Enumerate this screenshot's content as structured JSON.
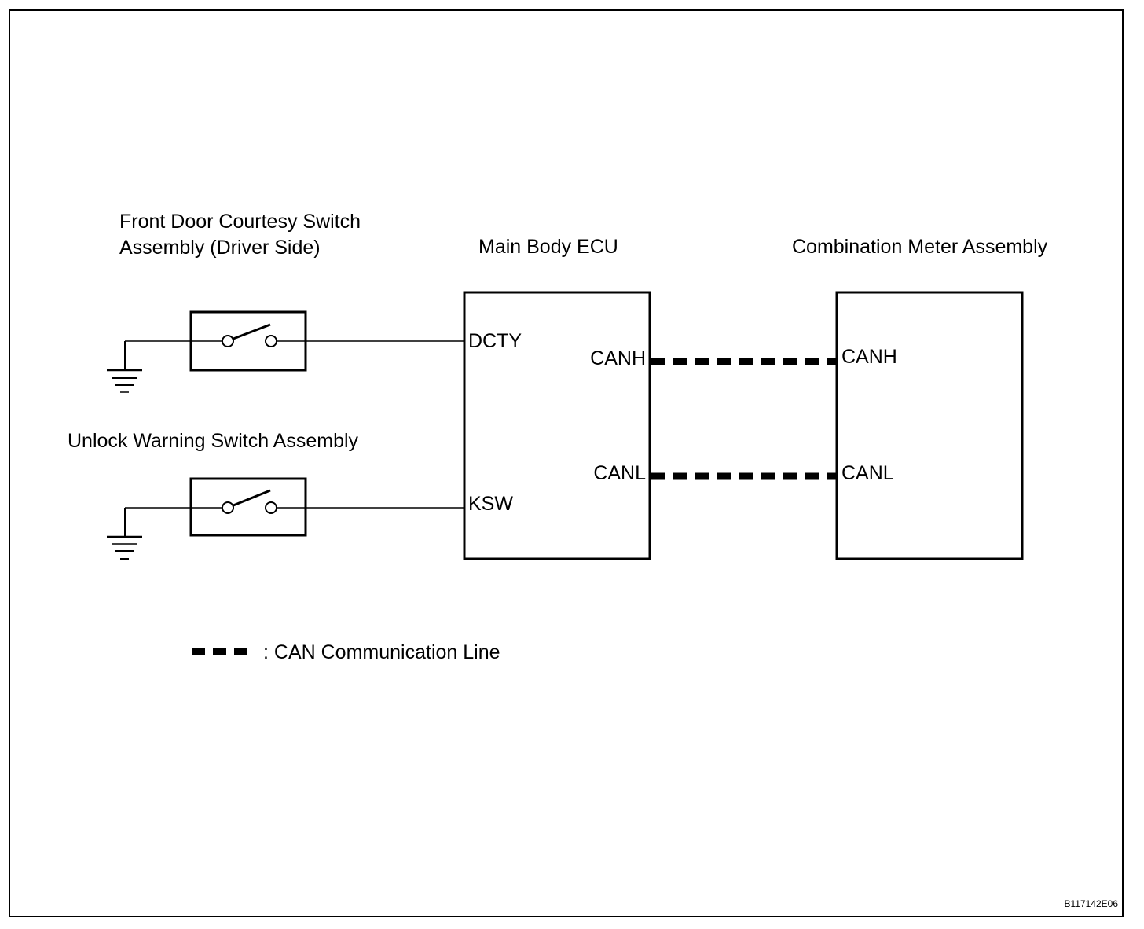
{
  "diagram": {
    "components": {
      "courtesy_switch": {
        "title_line1": "Front Door Courtesy Switch",
        "title_line2": "Assembly (Driver Side)"
      },
      "unlock_switch": {
        "title": "Unlock Warning Switch Assembly"
      },
      "main_body_ecu": {
        "title": "Main Body ECU",
        "terminals": {
          "dcty": "DCTY",
          "ksw": "KSW",
          "canh": "CANH",
          "canl": "CANL"
        }
      },
      "combination_meter": {
        "title": "Combination Meter Assembly",
        "terminals": {
          "canh": "CANH",
          "canl": "CANL"
        }
      }
    },
    "legend": {
      "can_line": ": CAN Communication Line"
    },
    "figure_code": "B117142E06"
  }
}
